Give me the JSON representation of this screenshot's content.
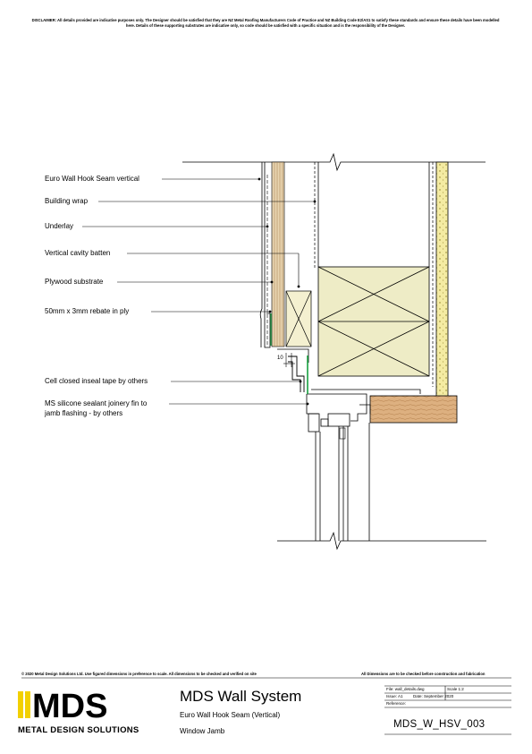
{
  "disclaimer": "DISCLAIMER: All details provided are indicative purposes only. The Designer should be satisfied that they are NZ Metal Roofing Manufacturers Code of Practice and NZ Building Code E2/AS1 to satisfy these standards and ensure these details have been modelled here. Details of these supporting substrates are indicative only, so code should be satisfied with a specific situation and is the responsibility of the Designer.",
  "labels": {
    "hook_seam": "Euro Wall Hook Seam vertical",
    "building_wrap": "Building wrap",
    "underlay": "Underlay",
    "cavity_batten": "Vertical cavity batten",
    "plywood": "Plywood substrate",
    "rebate": "50mm x 3mm rebate in ply",
    "inseal": "Cell closed inseal tape by others",
    "sealant_line1": "MS silicone sealant joinery fin to",
    "sealant_line2": "jamb flashing - by others",
    "dimension": "10"
  },
  "footer": {
    "copyright": "© 2020 Metal Design Solutions Ltd. Use figured dimensions in preference to scale. All dimensions to be checked and verified on site",
    "dimensions_note": "All Dimensions are to be checked before construction and fabrication"
  },
  "logo": {
    "brand": "MDS",
    "company": "METAL DESIGN SOLUTIONS",
    "accent_color": "#f2d000"
  },
  "title_block": {
    "title": "MDS Wall System",
    "subtitle": "Euro Wall Hook Seam (Vertical)",
    "sheet_title": "Window Jamb",
    "file_label": "File: wall_details.dwg",
    "scale_label": "Scale 1:2",
    "issue_label": "Issue: A1",
    "date_label": "Date: September 2020",
    "reference_label": "Reference:",
    "drawing_code": "MDS_W_HSV_003"
  }
}
